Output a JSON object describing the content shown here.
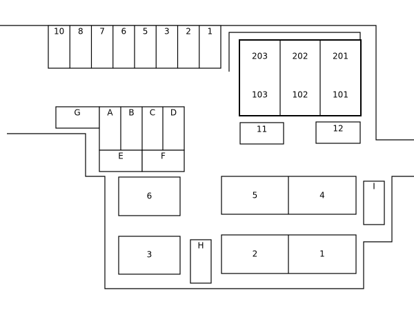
{
  "parking_top": [
    "10",
    "8",
    "7",
    "6",
    "5",
    "3",
    "2",
    "1"
  ],
  "building_upper": [
    "203",
    "202",
    "201"
  ],
  "building_lower": [
    "103",
    "102",
    "101"
  ],
  "units": {
    "u11": "11",
    "u12": "12",
    "g": "G",
    "a": "A",
    "b": "B",
    "c": "C",
    "d": "D",
    "e": "E",
    "f": "F",
    "b6": "6",
    "b5": "5",
    "b4": "4",
    "bI": "I",
    "b3": "3",
    "bH": "H",
    "b2": "2",
    "b1": "1"
  }
}
